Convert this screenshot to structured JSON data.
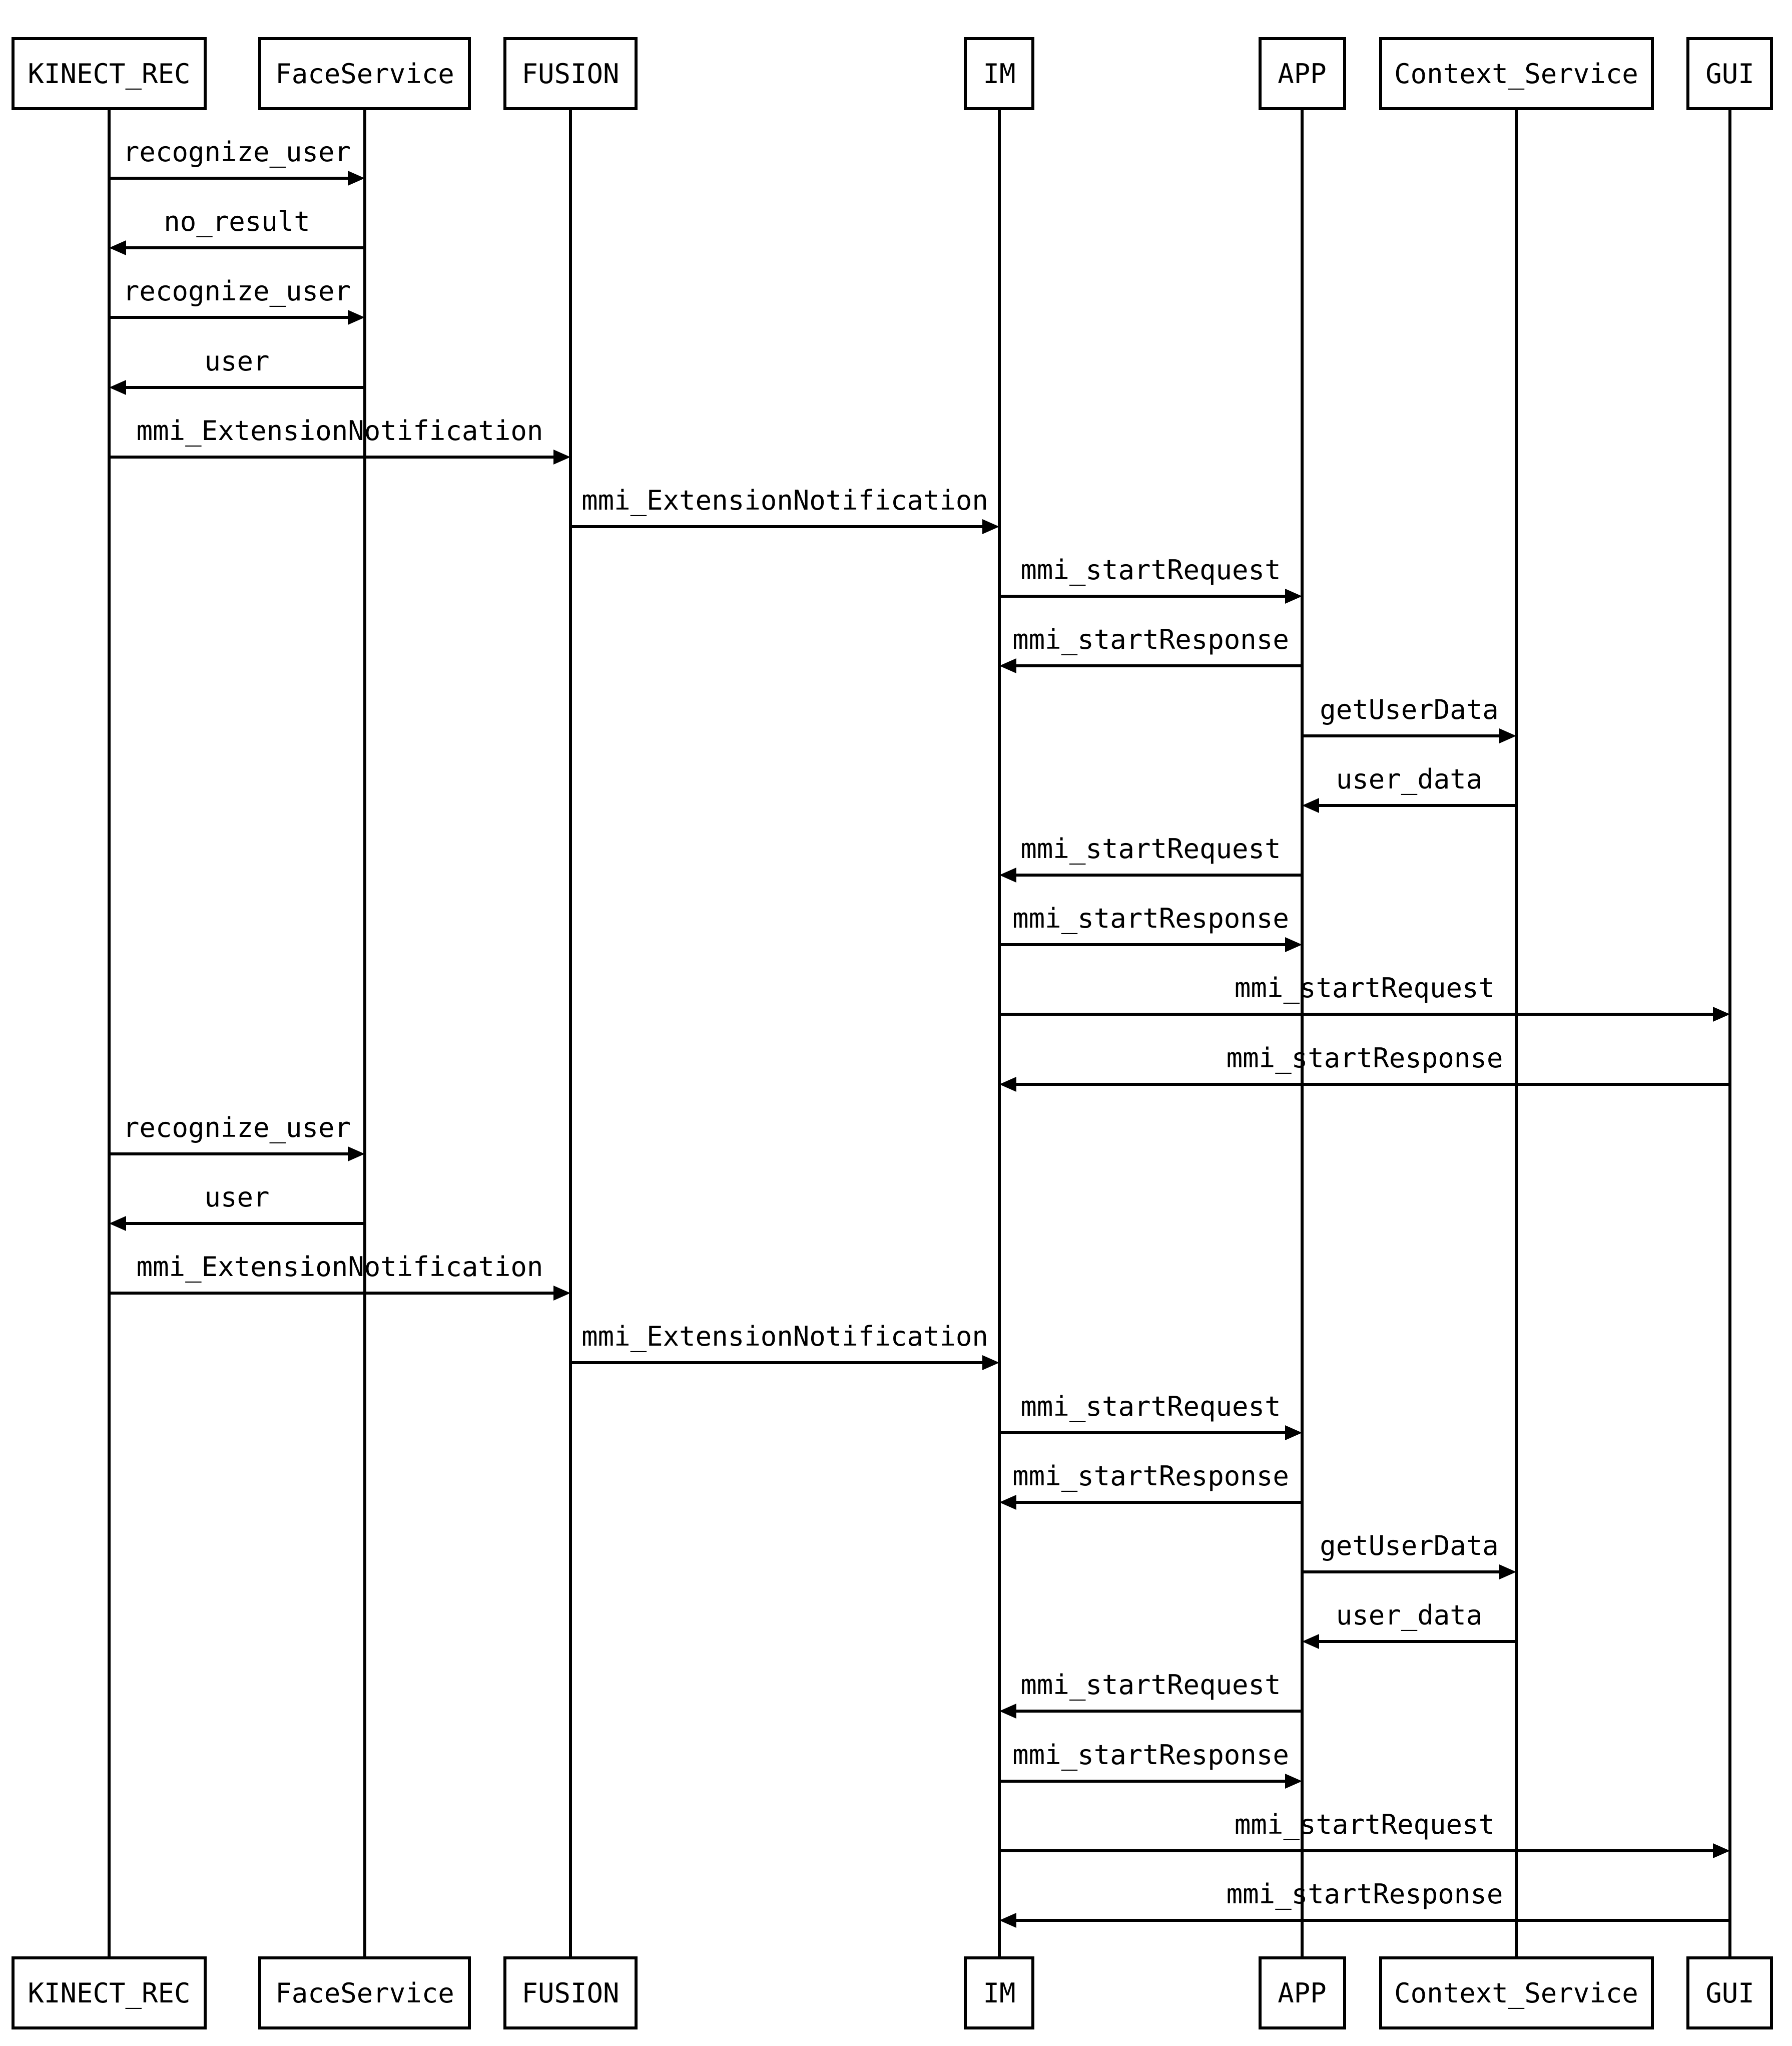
{
  "diagram": {
    "type": "sequence",
    "participants": [
      {
        "id": "KINECT_REC",
        "label": "KINECT_REC"
      },
      {
        "id": "FaceService",
        "label": "FaceService"
      },
      {
        "id": "FUSION",
        "label": "FUSION"
      },
      {
        "id": "IM",
        "label": "IM"
      },
      {
        "id": "APP",
        "label": "APP"
      },
      {
        "id": "Context_Service",
        "label": "Context_Service"
      },
      {
        "id": "GUI",
        "label": "GUI"
      }
    ],
    "messages": [
      {
        "from": "KINECT_REC",
        "to": "FaceService",
        "label": "recognize_user"
      },
      {
        "from": "FaceService",
        "to": "KINECT_REC",
        "label": "no_result"
      },
      {
        "from": "KINECT_REC",
        "to": "FaceService",
        "label": "recognize_user"
      },
      {
        "from": "FaceService",
        "to": "KINECT_REC",
        "label": "user"
      },
      {
        "from": "KINECT_REC",
        "to": "FUSION",
        "label": "mmi_ExtensionNotification"
      },
      {
        "from": "FUSION",
        "to": "IM",
        "label": "mmi_ExtensionNotification"
      },
      {
        "from": "IM",
        "to": "APP",
        "label": "mmi_startRequest"
      },
      {
        "from": "APP",
        "to": "IM",
        "label": "mmi_startResponse"
      },
      {
        "from": "APP",
        "to": "Context_Service",
        "label": "getUserData"
      },
      {
        "from": "Context_Service",
        "to": "APP",
        "label": "user_data"
      },
      {
        "from": "APP",
        "to": "IM",
        "label": "mmi_startRequest"
      },
      {
        "from": "IM",
        "to": "APP",
        "label": "mmi_startResponse"
      },
      {
        "from": "IM",
        "to": "GUI",
        "label": "mmi_startRequest"
      },
      {
        "from": "GUI",
        "to": "IM",
        "label": "mmi_startResponse"
      },
      {
        "from": "KINECT_REC",
        "to": "FaceService",
        "label": "recognize_user"
      },
      {
        "from": "FaceService",
        "to": "KINECT_REC",
        "label": "user"
      },
      {
        "from": "KINECT_REC",
        "to": "FUSION",
        "label": "mmi_ExtensionNotification"
      },
      {
        "from": "FUSION",
        "to": "IM",
        "label": "mmi_ExtensionNotification"
      },
      {
        "from": "IM",
        "to": "APP",
        "label": "mmi_startRequest"
      },
      {
        "from": "APP",
        "to": "IM",
        "label": "mmi_startResponse"
      },
      {
        "from": "APP",
        "to": "Context_Service",
        "label": "getUserData"
      },
      {
        "from": "Context_Service",
        "to": "APP",
        "label": "user_data"
      },
      {
        "from": "APP",
        "to": "IM",
        "label": "mmi_startRequest"
      },
      {
        "from": "IM",
        "to": "APP",
        "label": "mmi_startResponse"
      },
      {
        "from": "IM",
        "to": "GUI",
        "label": "mmi_startRequest"
      },
      {
        "from": "GUI",
        "to": "IM",
        "label": "mmi_startResponse"
      }
    ]
  }
}
